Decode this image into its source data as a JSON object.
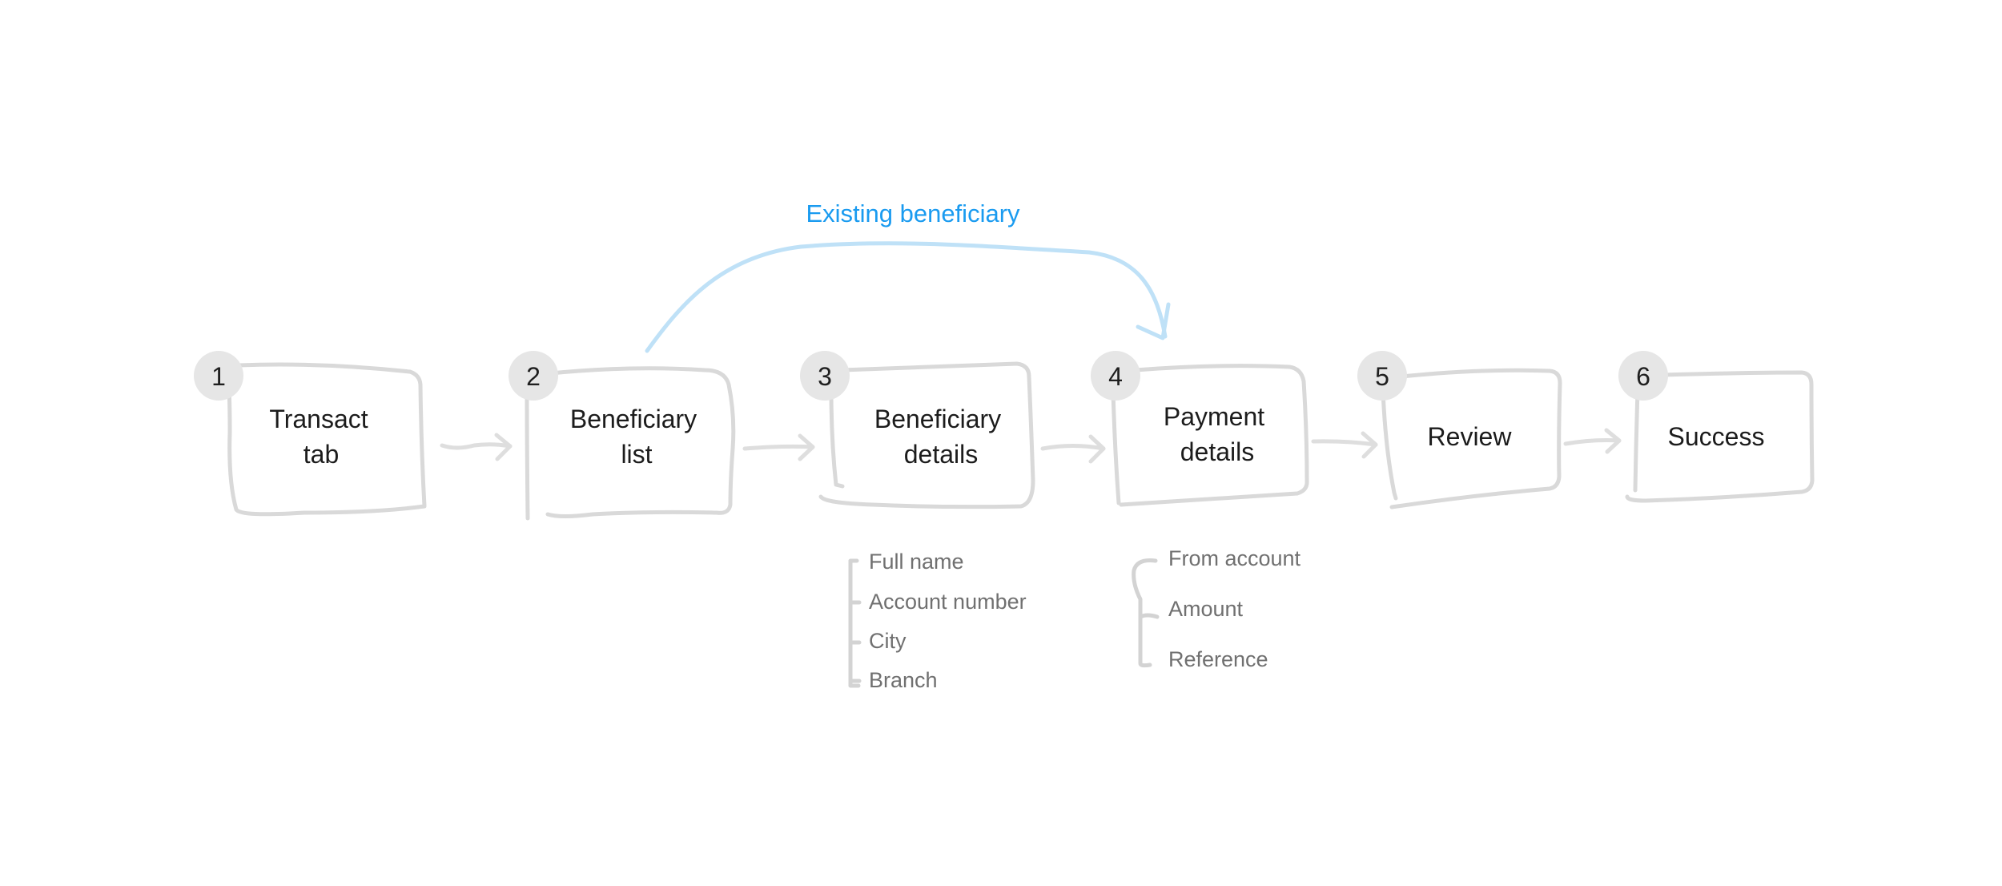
{
  "colors": {
    "outline": "#d9d9d9",
    "badge": "#e6e6e6",
    "accent_text": "#1a9bf0",
    "accent_line": "#bfe1f7",
    "field_text": "#707070",
    "label_text": "#1c1c1c"
  },
  "steps": [
    {
      "number": "1",
      "lines": [
        "Transact",
        "tab"
      ]
    },
    {
      "number": "2",
      "lines": [
        "Beneficiary",
        "list"
      ]
    },
    {
      "number": "3",
      "lines": [
        "Beneficiary",
        "details"
      ]
    },
    {
      "number": "4",
      "lines": [
        "Payment",
        "details"
      ]
    },
    {
      "number": "5",
      "lines": [
        "Review"
      ]
    },
    {
      "number": "6",
      "lines": [
        "Success"
      ]
    }
  ],
  "bypass": {
    "label": "Existing beneficiary",
    "from_step": "2",
    "to_step": "4"
  },
  "beneficiary_fields": [
    "Full name",
    "Account number",
    "City",
    "Branch"
  ],
  "payment_fields": [
    "From account",
    "Amount",
    "Reference"
  ]
}
